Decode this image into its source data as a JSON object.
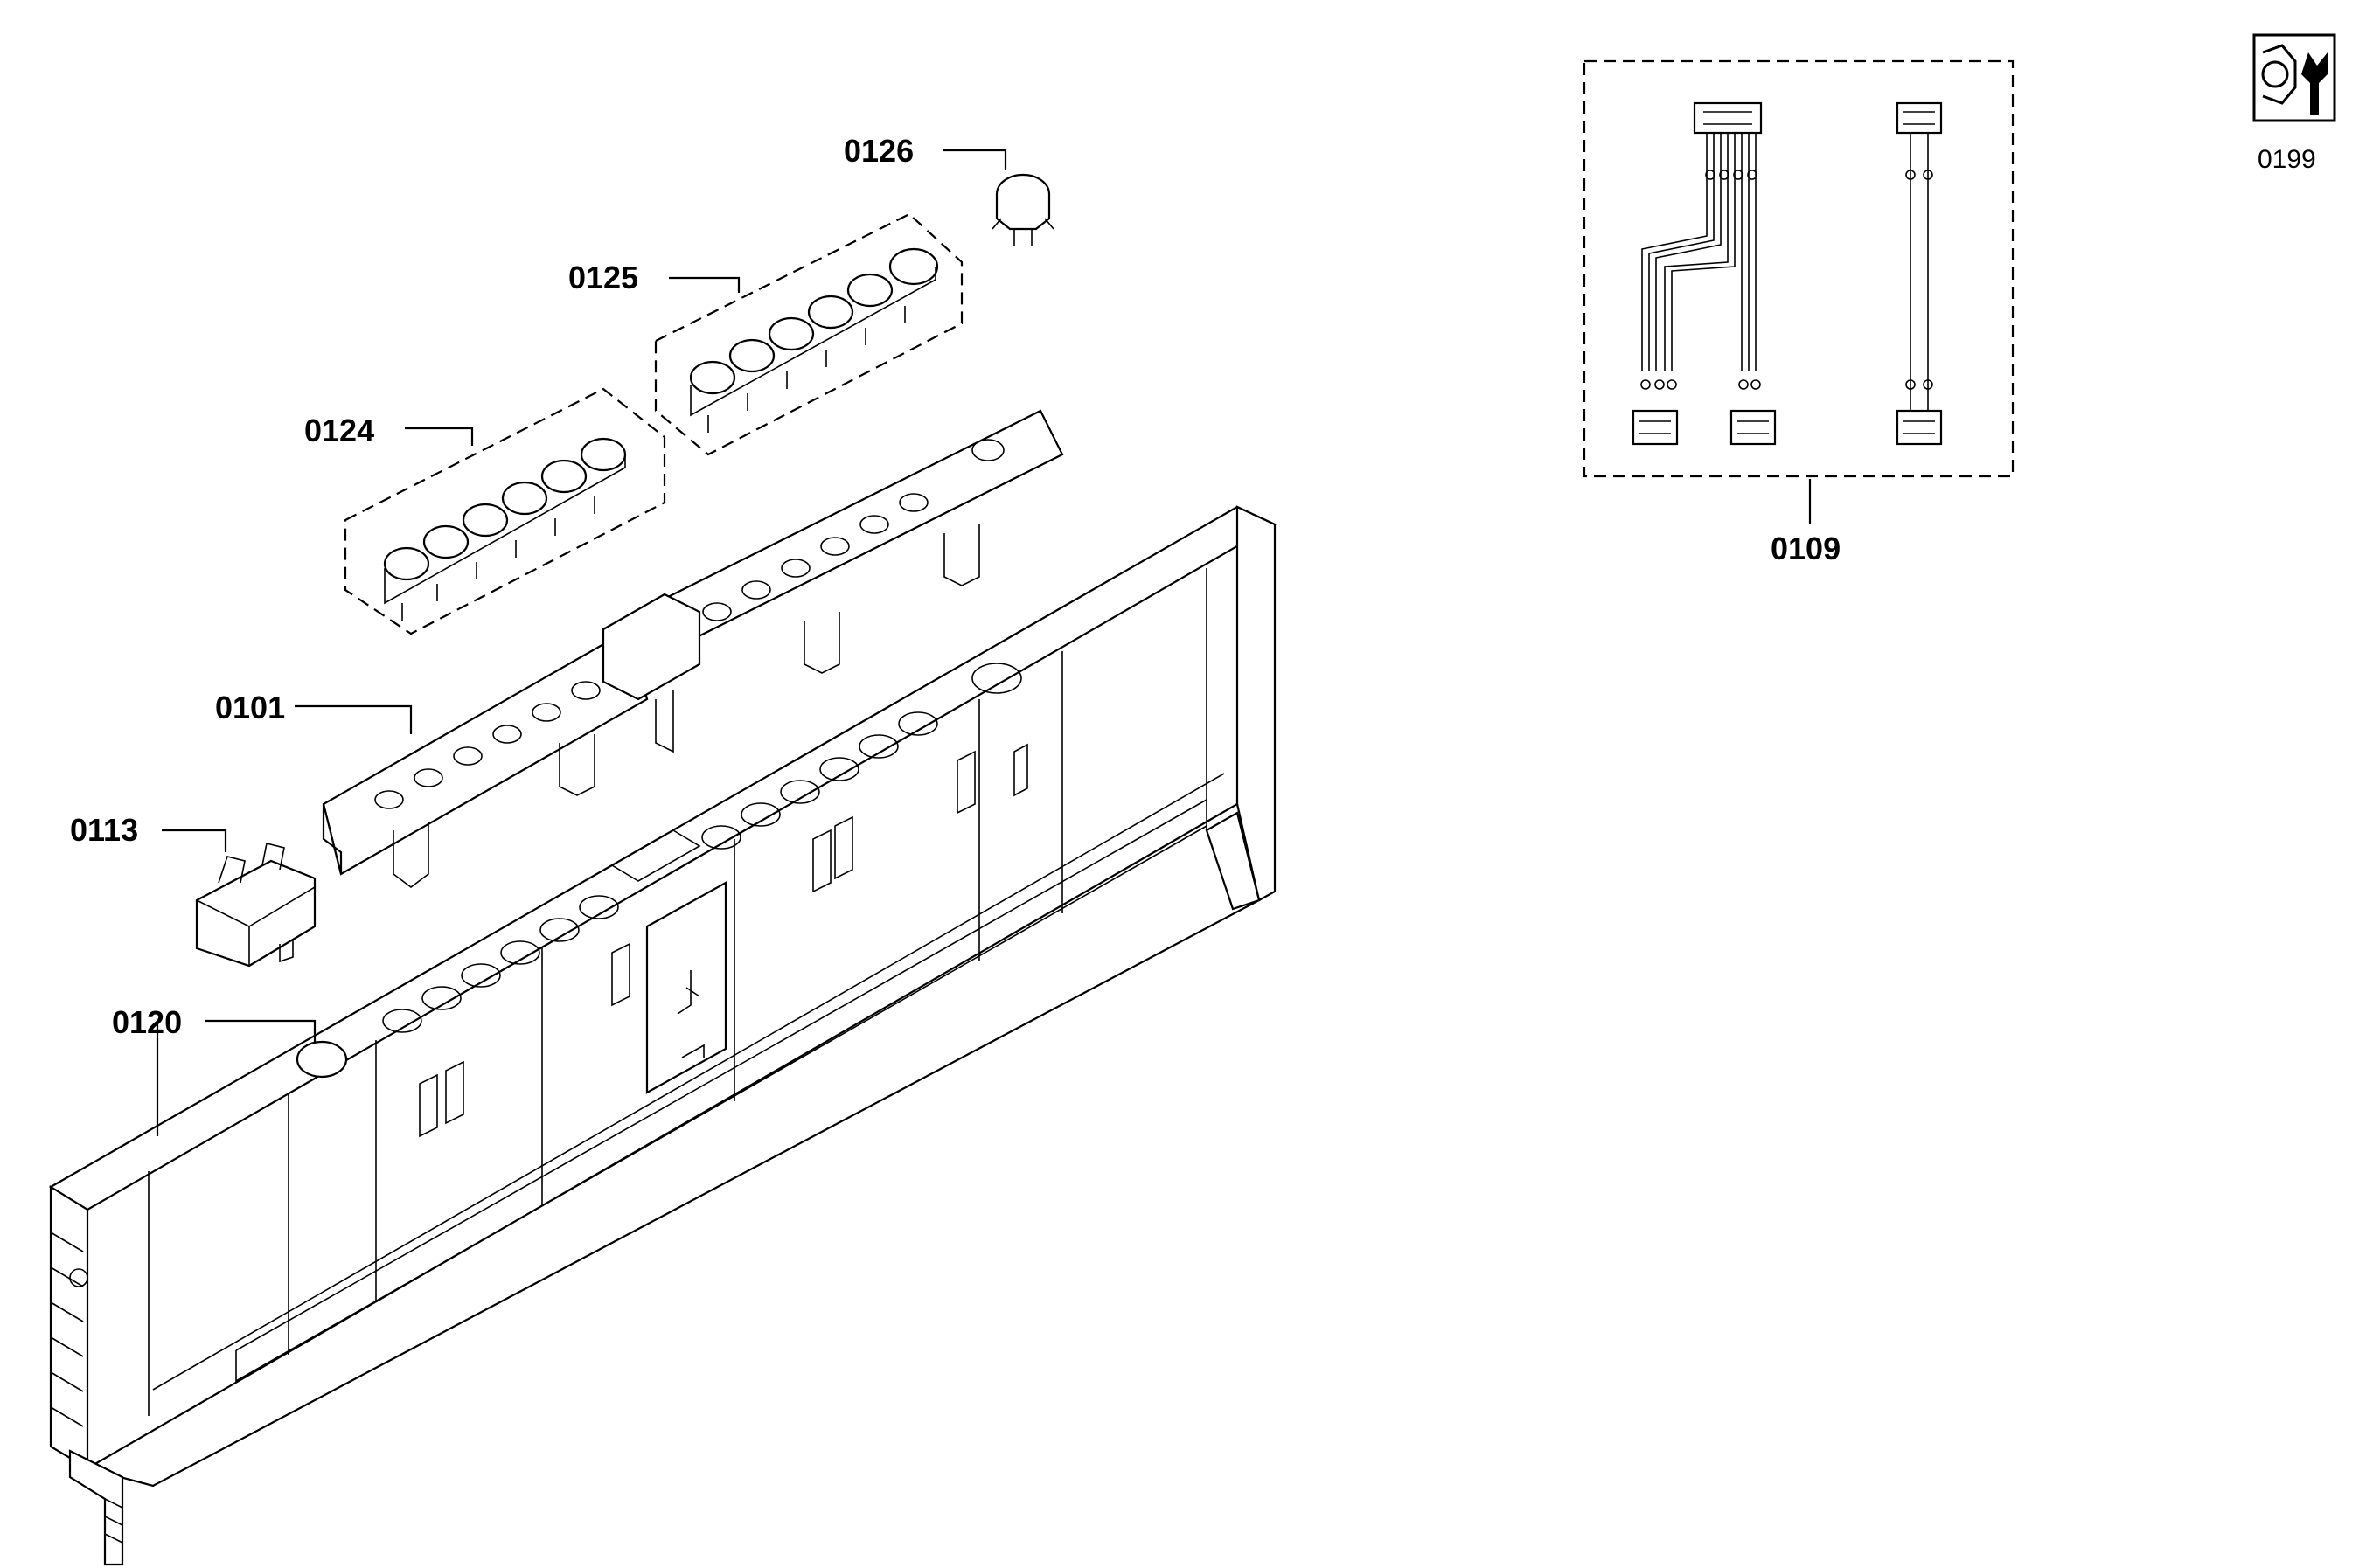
{
  "parts": {
    "p0101": "0101",
    "p0109": "0109",
    "p0113": "0113",
    "p0120": "0120",
    "p0124": "0124",
    "p0125": "0125",
    "p0126": "0126",
    "p0199": "0199"
  },
  "icons": {
    "service_tools": "wrench-nut-icon"
  }
}
